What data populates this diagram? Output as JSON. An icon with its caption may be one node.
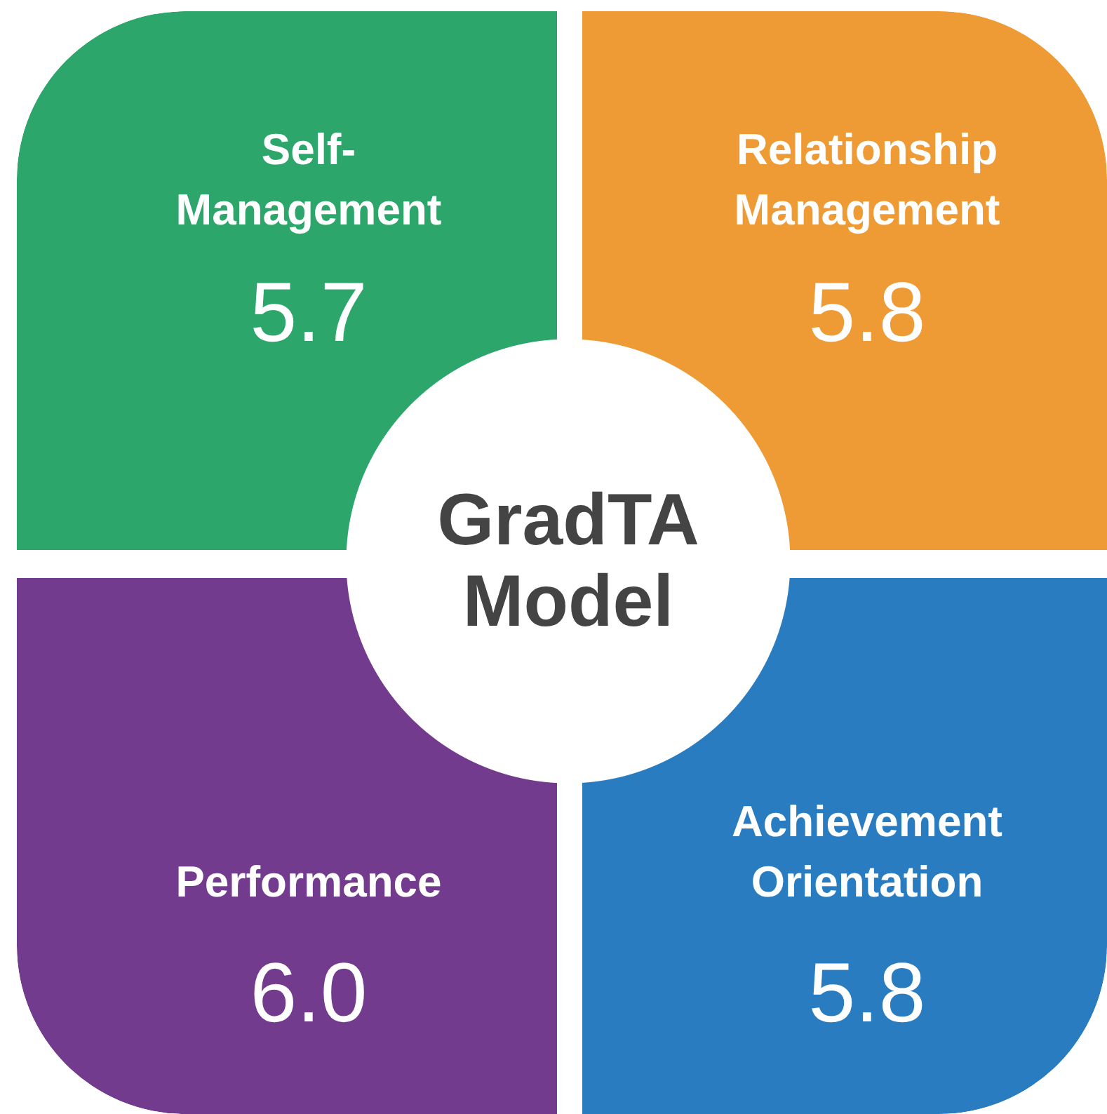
{
  "diagram": {
    "nodes": [
      {
        "text": [
          "Self-Management",
          "5.7"
        ]
      },
      {
        "text": [
          "Relationship Management",
          "5.8"
        ]
      },
      {
        "text": [
          "Performance",
          "6.0"
        ]
      },
      {
        "text": [
          "Achievement Orientation",
          "5.8"
        ]
      },
      {
        "text": [
          "GradTA Model"
        ]
      }
    ]
  }
}
